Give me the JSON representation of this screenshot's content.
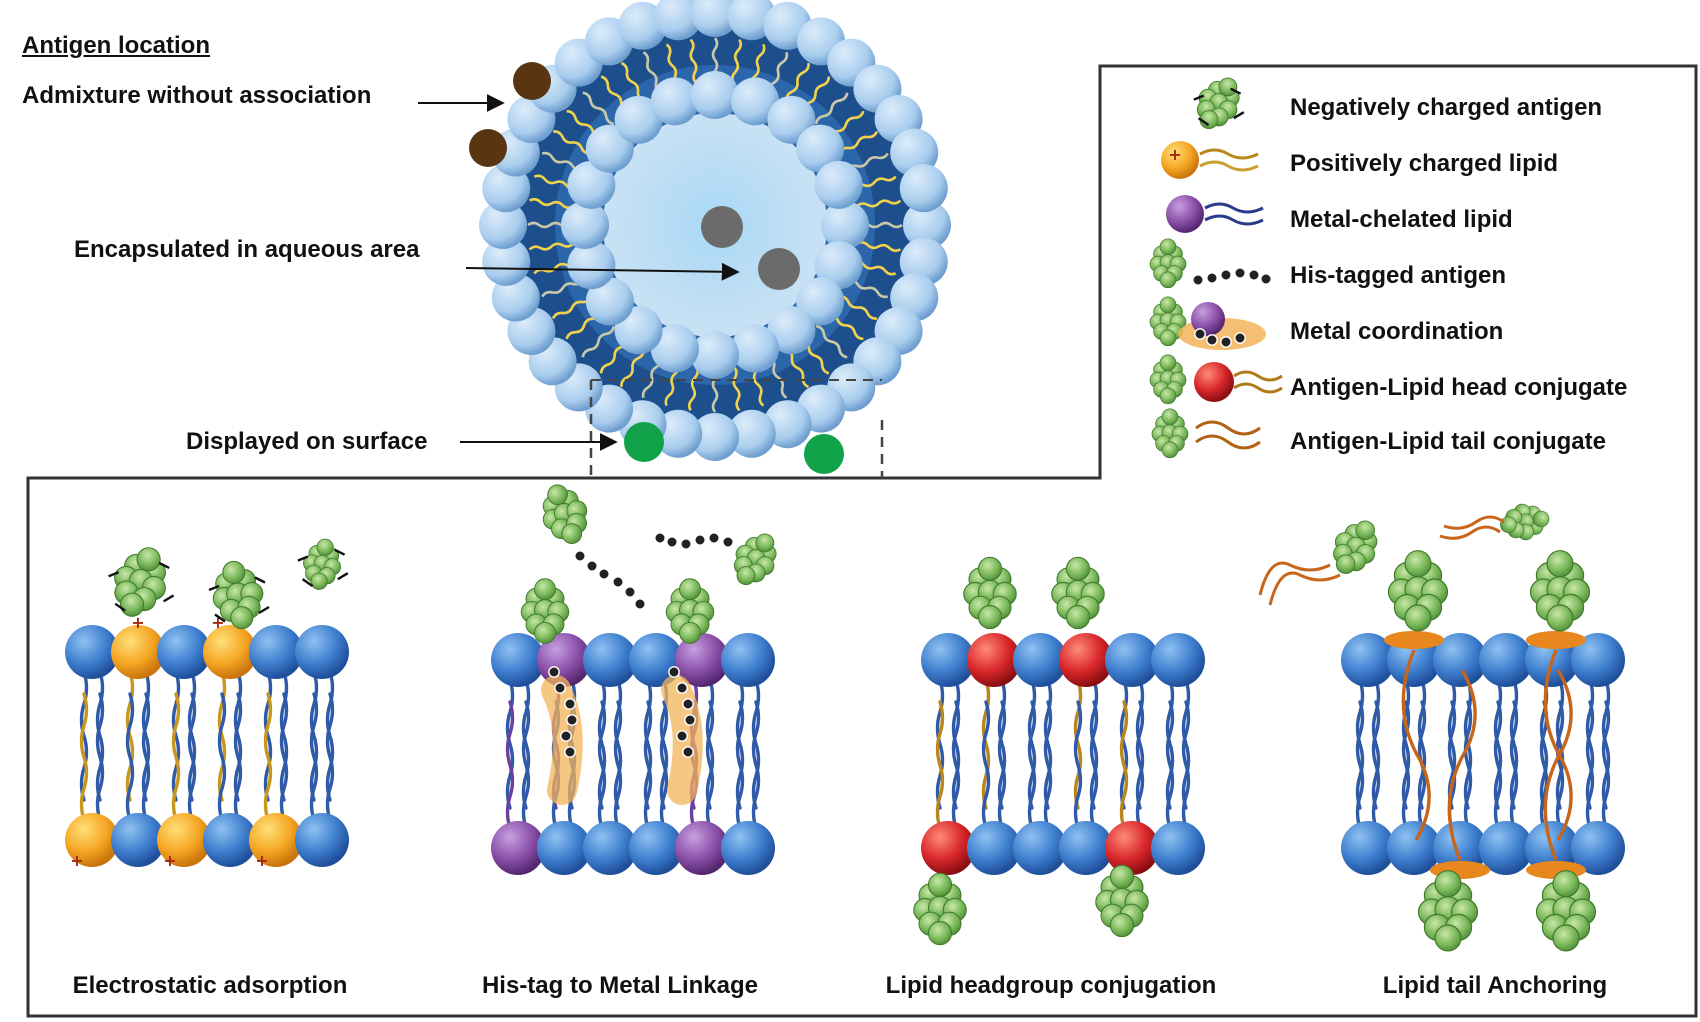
{
  "location": {
    "title": "Antigen location",
    "admixture": "Admixture without association",
    "encapsulated": "Encapsulated in aqueous area",
    "displayed": "Displayed on surface"
  },
  "legend": [
    "Negatively charged antigen",
    "Positively charged lipid",
    "Metal-chelated lipid",
    "His-tagged antigen",
    "Metal coordination",
    "Antigen-Lipid head conjugate",
    "Antigen-Lipid tail conjugate"
  ],
  "panels": [
    "Electrostatic adsorption",
    "His-tag to Metal Linkage",
    "Lipid headgroup conjugation",
    "Lipid tail Anchoring"
  ],
  "colors": {
    "lipid_blue": "#3f7fcf",
    "cationic": "#f5a623",
    "chelated": "#8a4fa8",
    "conj_red": "#d8262a",
    "antigen_green": "#7ab85a",
    "his_tag": "#222222",
    "metal_orange": "#f3b45a",
    "surface_green": "#12a24a",
    "free_brown": "#5a3512",
    "grey_cargo": "#6b6b6b"
  }
}
